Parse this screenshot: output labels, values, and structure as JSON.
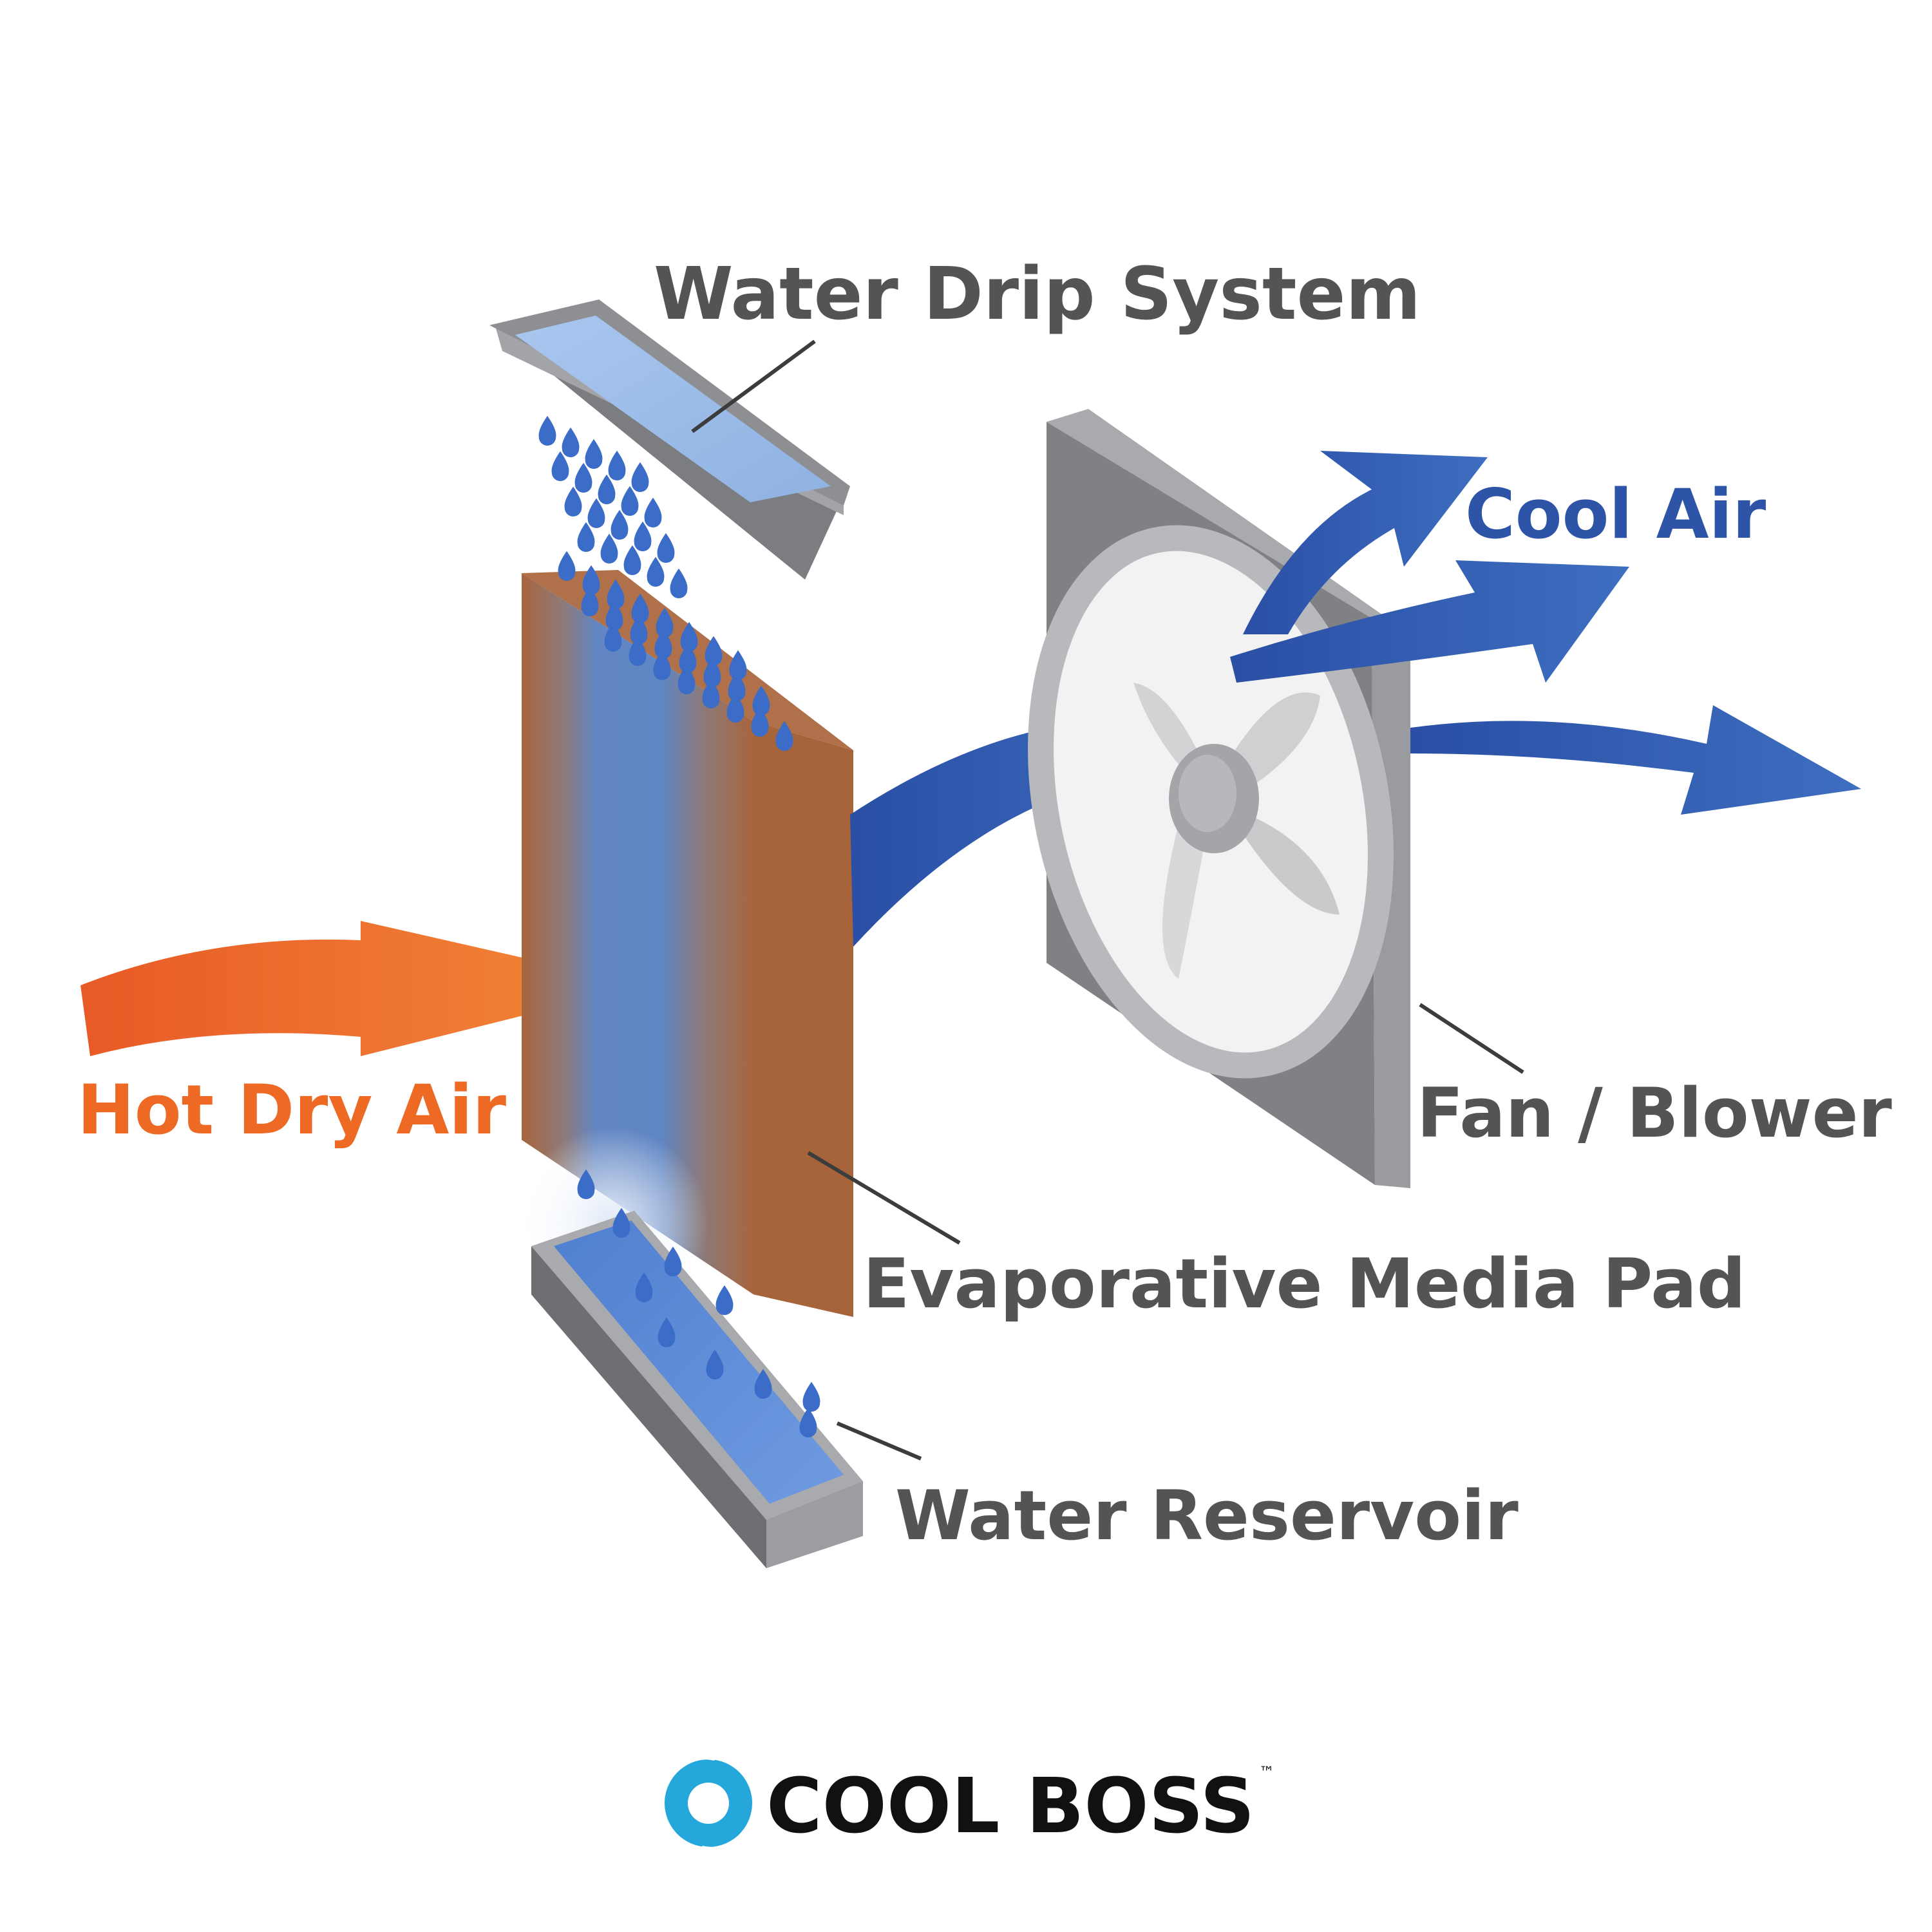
{
  "labels": {
    "water_drip_system": "Water Drip System",
    "cool_air": "Cool Air",
    "hot_dry_air": "Hot Dry Air",
    "fan_blower": "Fan / Blower",
    "evaporative_media_pad": "Evaporative Media Pad",
    "water_reservoir": "Water Reservoir"
  },
  "brand": {
    "name": "COOL BOSS",
    "trademark": "™",
    "logo_icon": "swirl-ring-icon"
  },
  "colors": {
    "label_gray": "#545454",
    "cool_blue": "#2e54a8",
    "hot_orange": "#ee6a24",
    "pad_brown": "#a8653d",
    "pad_blue": "#5f86c4",
    "water_light": "#9dbde8",
    "frame_gray": "#8e8f92",
    "brand_black": "#111111",
    "logo_cyan": "#25a7dc"
  }
}
